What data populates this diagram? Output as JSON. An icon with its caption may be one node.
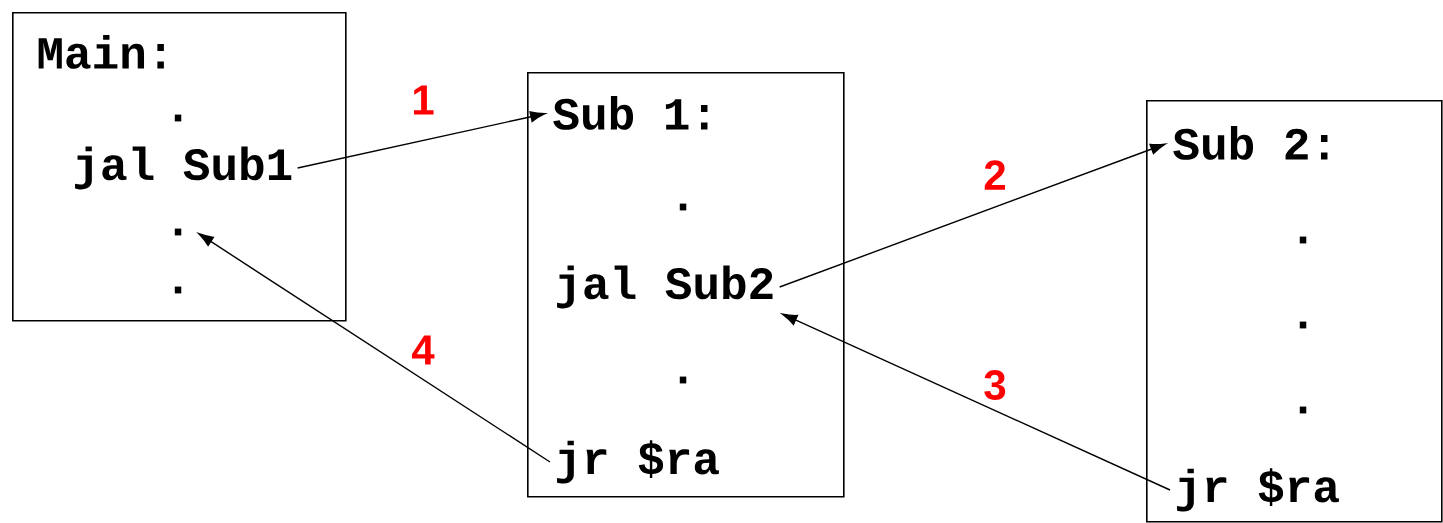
{
  "diagram": {
    "nodes": [
      {
        "text": [],
        "shape": "box"
      },
      {
        "text": [
          "Main:"
        ],
        "in": 0
      },
      {
        "text": [
          "."
        ],
        "in": 0
      },
      {
        "text": [
          "jal Sub1"
        ],
        "in": 0
      },
      {
        "text": [
          "."
        ],
        "in": 0
      },
      {
        "text": [
          "."
        ],
        "in": 0
      },
      {
        "text": [],
        "shape": "box"
      },
      {
        "text": [
          "Sub 1:"
        ],
        "in": 6
      },
      {
        "text": [
          "."
        ],
        "in": 6
      },
      {
        "text": [
          "jal Sub2"
        ],
        "in": 6
      },
      {
        "text": [
          "."
        ],
        "in": 6
      },
      {
        "text": [
          "jr $ra"
        ],
        "in": 6
      },
      {
        "text": [],
        "shape": "box"
      },
      {
        "text": [
          "Sub 2:"
        ],
        "in": 12
      },
      {
        "text": [
          "."
        ],
        "in": 12
      },
      {
        "text": [
          "."
        ],
        "in": 12
      },
      {
        "text": [
          "."
        ],
        "in": 12
      },
      {
        "text": [
          "jr $ra"
        ],
        "in": 12
      }
    ],
    "edges": [
      {
        "from": 3,
        "to": 7,
        "arrow": "to",
        "label": "1"
      },
      {
        "from": 9,
        "to": 13,
        "arrow": "to",
        "label": "2"
      },
      {
        "from": 17,
        "to": 9,
        "arrow": "to",
        "label": "3"
      },
      {
        "from": 11,
        "to": 4,
        "arrow": "to",
        "label": "4"
      }
    ]
  }
}
